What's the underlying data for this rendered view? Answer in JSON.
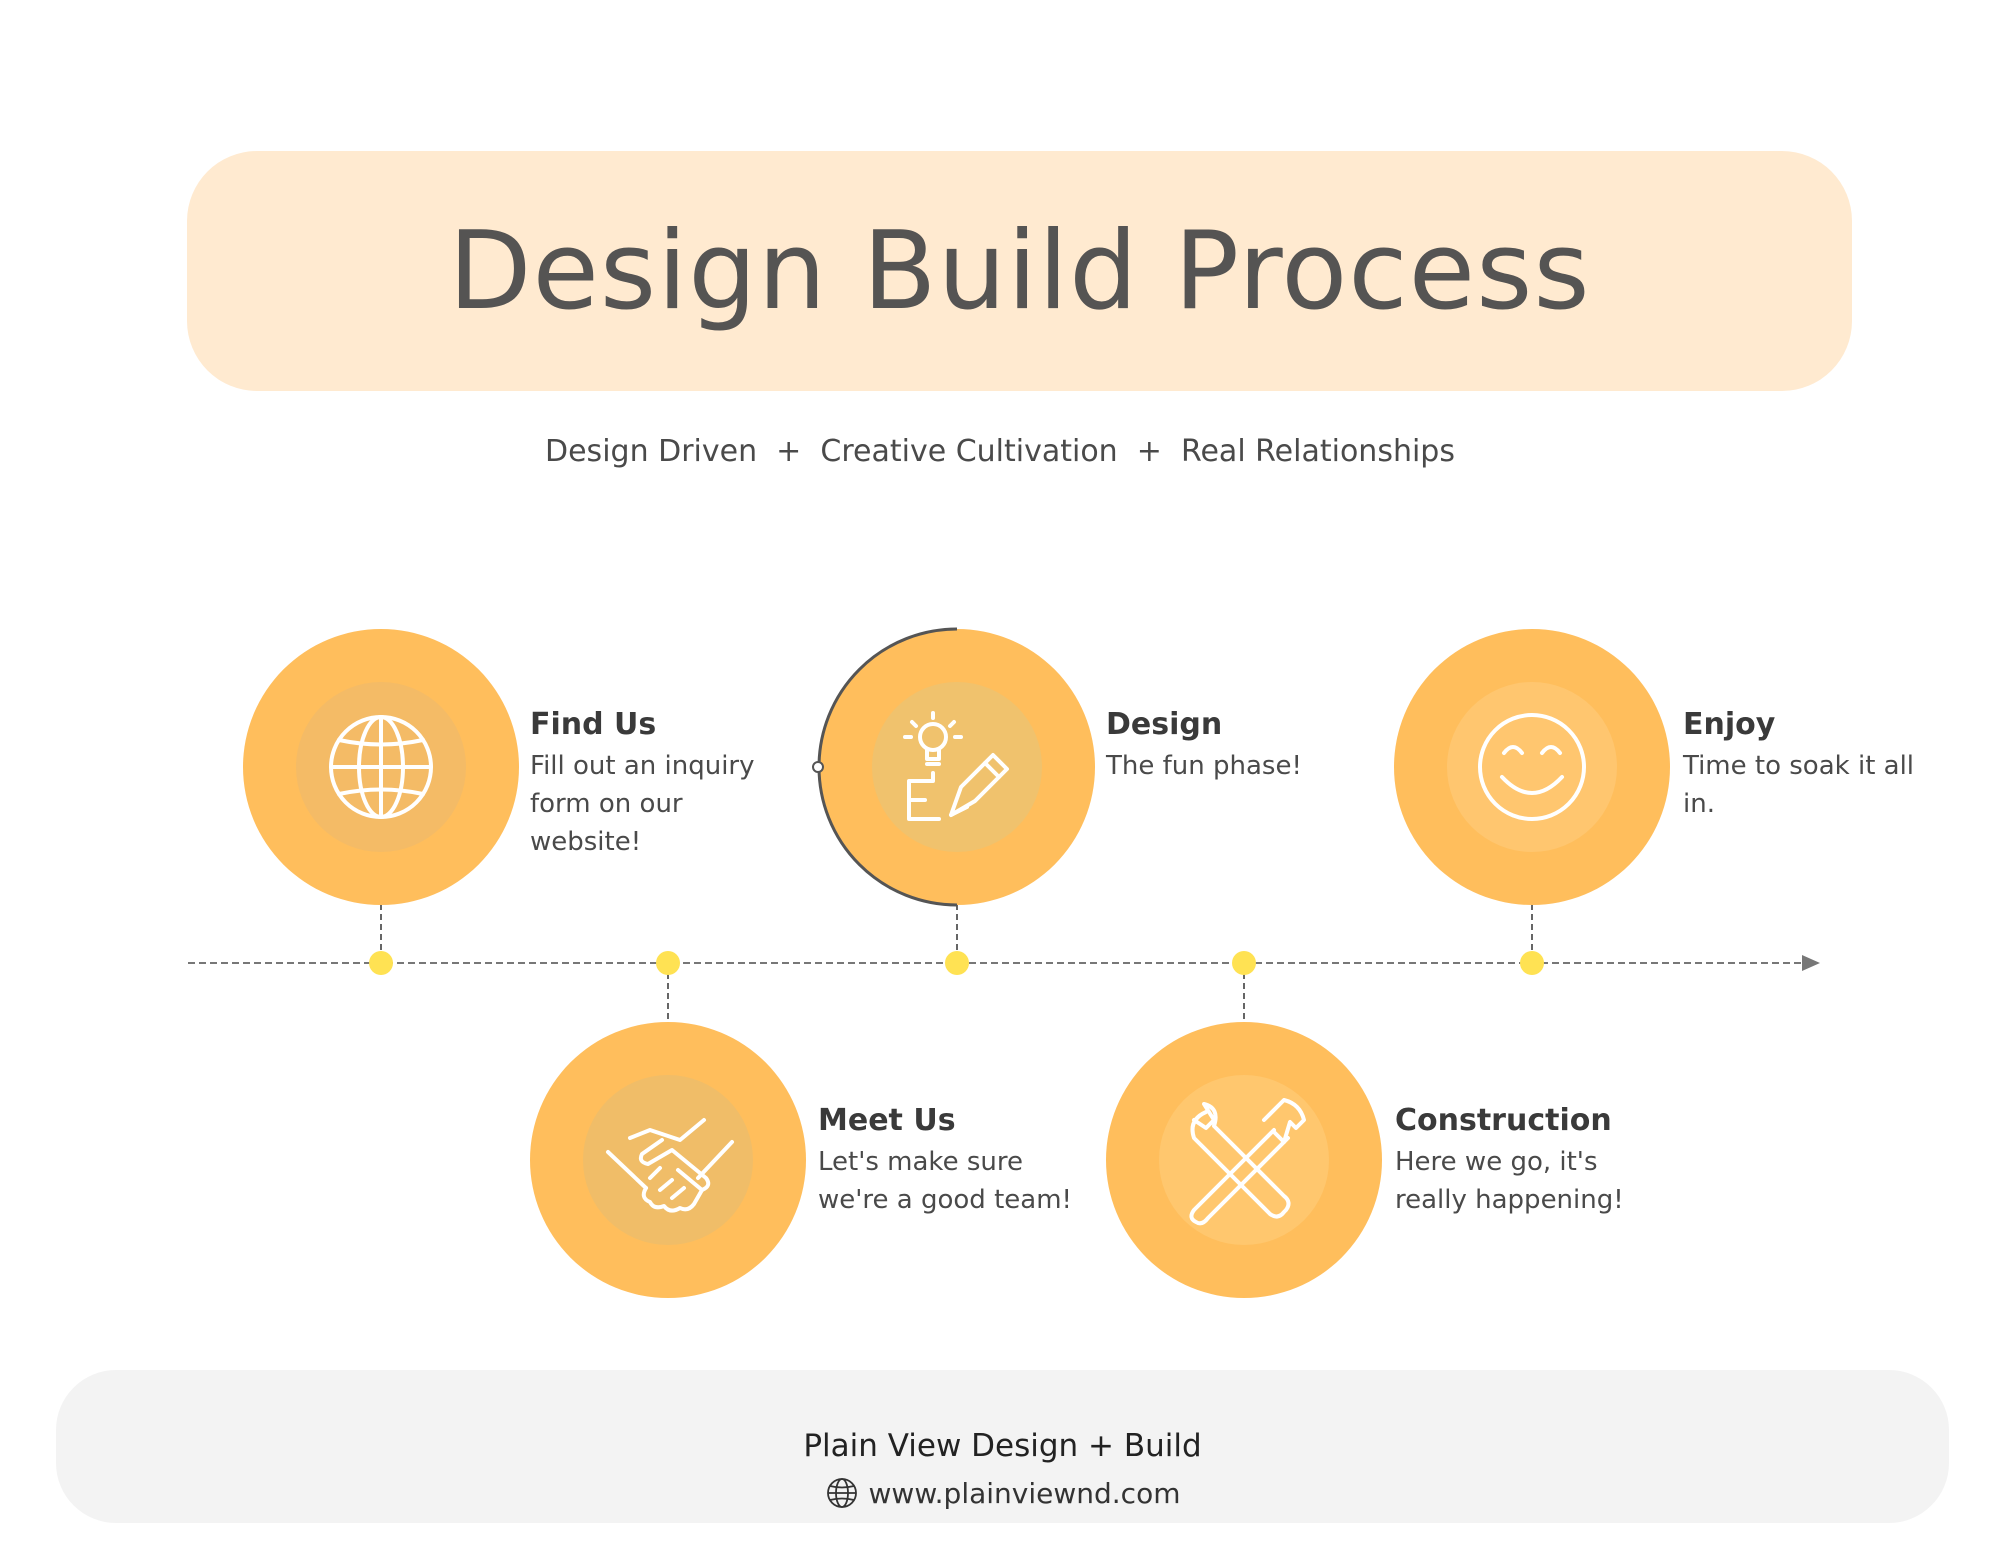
{
  "header": {
    "title": "Design Build Process",
    "subtitle": "Design Driven  +  Creative Cultivation  +  Real Relationships"
  },
  "colors": {
    "banner": "#ffead0",
    "circle": "#ffbe5c",
    "inner_circle": "#f4c06a",
    "dot": "#ffe253",
    "line": "#777777",
    "footer": "#f3f3f3"
  },
  "steps": [
    {
      "title": "Find Us",
      "description": [
        "Fill out an inquiry",
        "form on our",
        "website!"
      ],
      "icon": "globe-icon",
      "position": "above"
    },
    {
      "title": "Meet Us",
      "description": [
        "Let's make sure",
        "we're a good team!"
      ],
      "icon": "handshake-icon",
      "position": "below"
    },
    {
      "title": "Design",
      "description": [
        "The fun phase!"
      ],
      "icon": "design-idea-icon",
      "position": "above"
    },
    {
      "title": "Construction",
      "description": [
        "Here we go, it's",
        "really happening!"
      ],
      "icon": "tools-icon",
      "position": "below"
    },
    {
      "title": "Enjoy",
      "description": [
        "Time to soak it all",
        "in."
      ],
      "icon": "smiley-icon",
      "position": "above"
    }
  ],
  "footer": {
    "company": "Plain View Design + Build",
    "website": "www.plainviewnd.com",
    "website_icon": "globe-icon"
  }
}
